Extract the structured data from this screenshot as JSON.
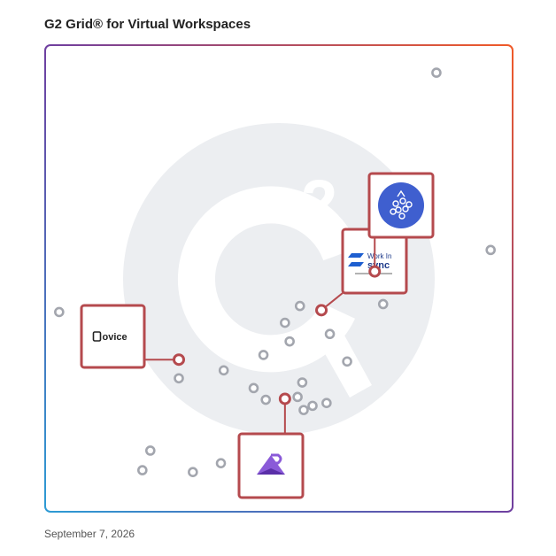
{
  "title": "G2 Grid® for Virtual Workspaces",
  "date": "September 7, 2026",
  "colors": {
    "highlight": "#b54a4e",
    "point": "#a3a6ae",
    "watermark": "#eceef1"
  },
  "icons": [
    "g2-watermark-icon",
    "ovice-logo-icon",
    "workinsync-logo-icon",
    "teamflow-logo-icon",
    "r-logo-icon"
  ],
  "chart_data": {
    "type": "scatter",
    "xlim": [
      0,
      100
    ],
    "ylim": [
      0,
      100
    ],
    "grid": false,
    "points": [
      {
        "x": 83.7,
        "y": 94.1
      },
      {
        "x": 95.3,
        "y": 56.1
      },
      {
        "x": 72.3,
        "y": 44.5
      },
      {
        "x": 54.5,
        "y": 44.1
      },
      {
        "x": 51.3,
        "y": 40.5
      },
      {
        "x": 60.9,
        "y": 38.1
      },
      {
        "x": 52.3,
        "y": 36.5
      },
      {
        "x": 3.0,
        "y": 42.8
      },
      {
        "x": 46.7,
        "y": 33.6
      },
      {
        "x": 64.6,
        "y": 32.2
      },
      {
        "x": 38.2,
        "y": 30.3
      },
      {
        "x": 28.6,
        "y": 28.6
      },
      {
        "x": 55.0,
        "y": 27.7
      },
      {
        "x": 44.6,
        "y": 26.5
      },
      {
        "x": 54.0,
        "y": 24.6
      },
      {
        "x": 47.2,
        "y": 24.0
      },
      {
        "x": 60.2,
        "y": 23.3
      },
      {
        "x": 57.2,
        "y": 22.7
      },
      {
        "x": 55.3,
        "y": 21.8
      },
      {
        "x": 22.5,
        "y": 13.1
      },
      {
        "x": 37.6,
        "y": 10.4
      },
      {
        "x": 20.8,
        "y": 8.9
      },
      {
        "x": 31.6,
        "y": 8.5
      }
    ],
    "highlighted": [
      {
        "x": 28.6,
        "y": 32.6,
        "logo": "ovice-logo-icon",
        "text": "ovice"
      },
      {
        "x": 59.1,
        "y": 43.2,
        "logo": "workinsync-logo-icon",
        "text": "Work In sync"
      },
      {
        "x": 70.5,
        "y": 51.5,
        "logo": "teamflow-logo-icon",
        "text": ""
      },
      {
        "x": 51.3,
        "y": 24.2,
        "logo": "r-logo-icon",
        "text": ""
      }
    ]
  }
}
